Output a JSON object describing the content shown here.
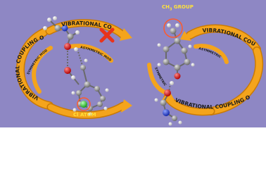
{
  "labels": {
    "ch3_group_prefix": "CH",
    "ch3_group_sub": "3",
    "ch3_group_suffix": " GROUP",
    "cl_atom": "Cl ATOM",
    "vibrational_coupling_on": "VIBRATIONAL COUPLING ON",
    "vibrational_coupling_off": "VIBRATIONAL COUPLING OFF",
    "asymmetric_mode": "ASYMMETRIC MODE",
    "symmetric_mode": "SYMMETRIC MODE"
  },
  "colors": {
    "background": "#8e87c4",
    "arrow": "#f4a41c",
    "arrow_dark": "#c97a06",
    "ring_outline": "#ff5a2a",
    "cross": "#e8331c",
    "label_yellow": "#ffe23a",
    "carbon": "#9a9a9a",
    "hydrogen": "#f2f2f2",
    "oxygen": "#e01a1a",
    "nitrogen": "#2244d8",
    "chlorine": "#3cd63c"
  }
}
